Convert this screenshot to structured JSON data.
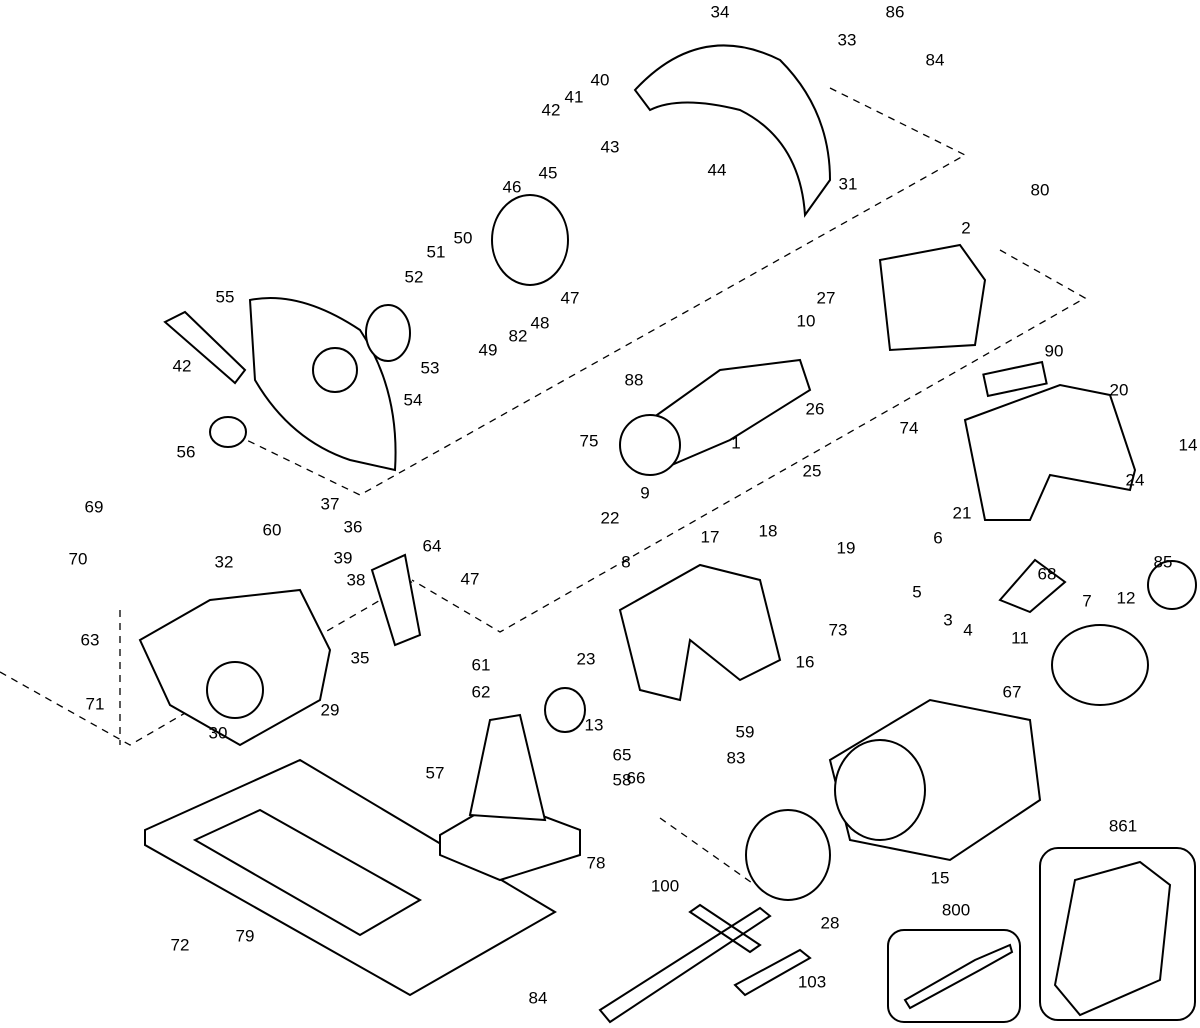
{
  "diagram": {
    "type": "exploded-parts-diagram",
    "part_labels": [
      "34",
      "86",
      "33",
      "84",
      "42",
      "41",
      "40",
      "43",
      "45",
      "44",
      "31",
      "46",
      "80",
      "2",
      "50",
      "51",
      "52",
      "55",
      "47",
      "48",
      "27",
      "10",
      "82",
      "49",
      "53",
      "42",
      "90",
      "88",
      "20",
      "26",
      "54",
      "75",
      "74",
      "14",
      "1",
      "56",
      "9",
      "24",
      "25",
      "21",
      "37",
      "69",
      "36",
      "22",
      "6",
      "18",
      "19",
      "17",
      "60",
      "32",
      "39",
      "70",
      "64",
      "47",
      "38",
      "8",
      "85",
      "68",
      "5",
      "7",
      "12",
      "3",
      "73",
      "4",
      "11",
      "35",
      "23",
      "63",
      "16",
      "61",
      "29",
      "71",
      "62",
      "67",
      "13",
      "30",
      "59",
      "83",
      "57",
      "65",
      "66",
      "58",
      "15",
      "78",
      "28",
      "100",
      "861",
      "800",
      "79",
      "72",
      "103",
      "84"
    ]
  }
}
